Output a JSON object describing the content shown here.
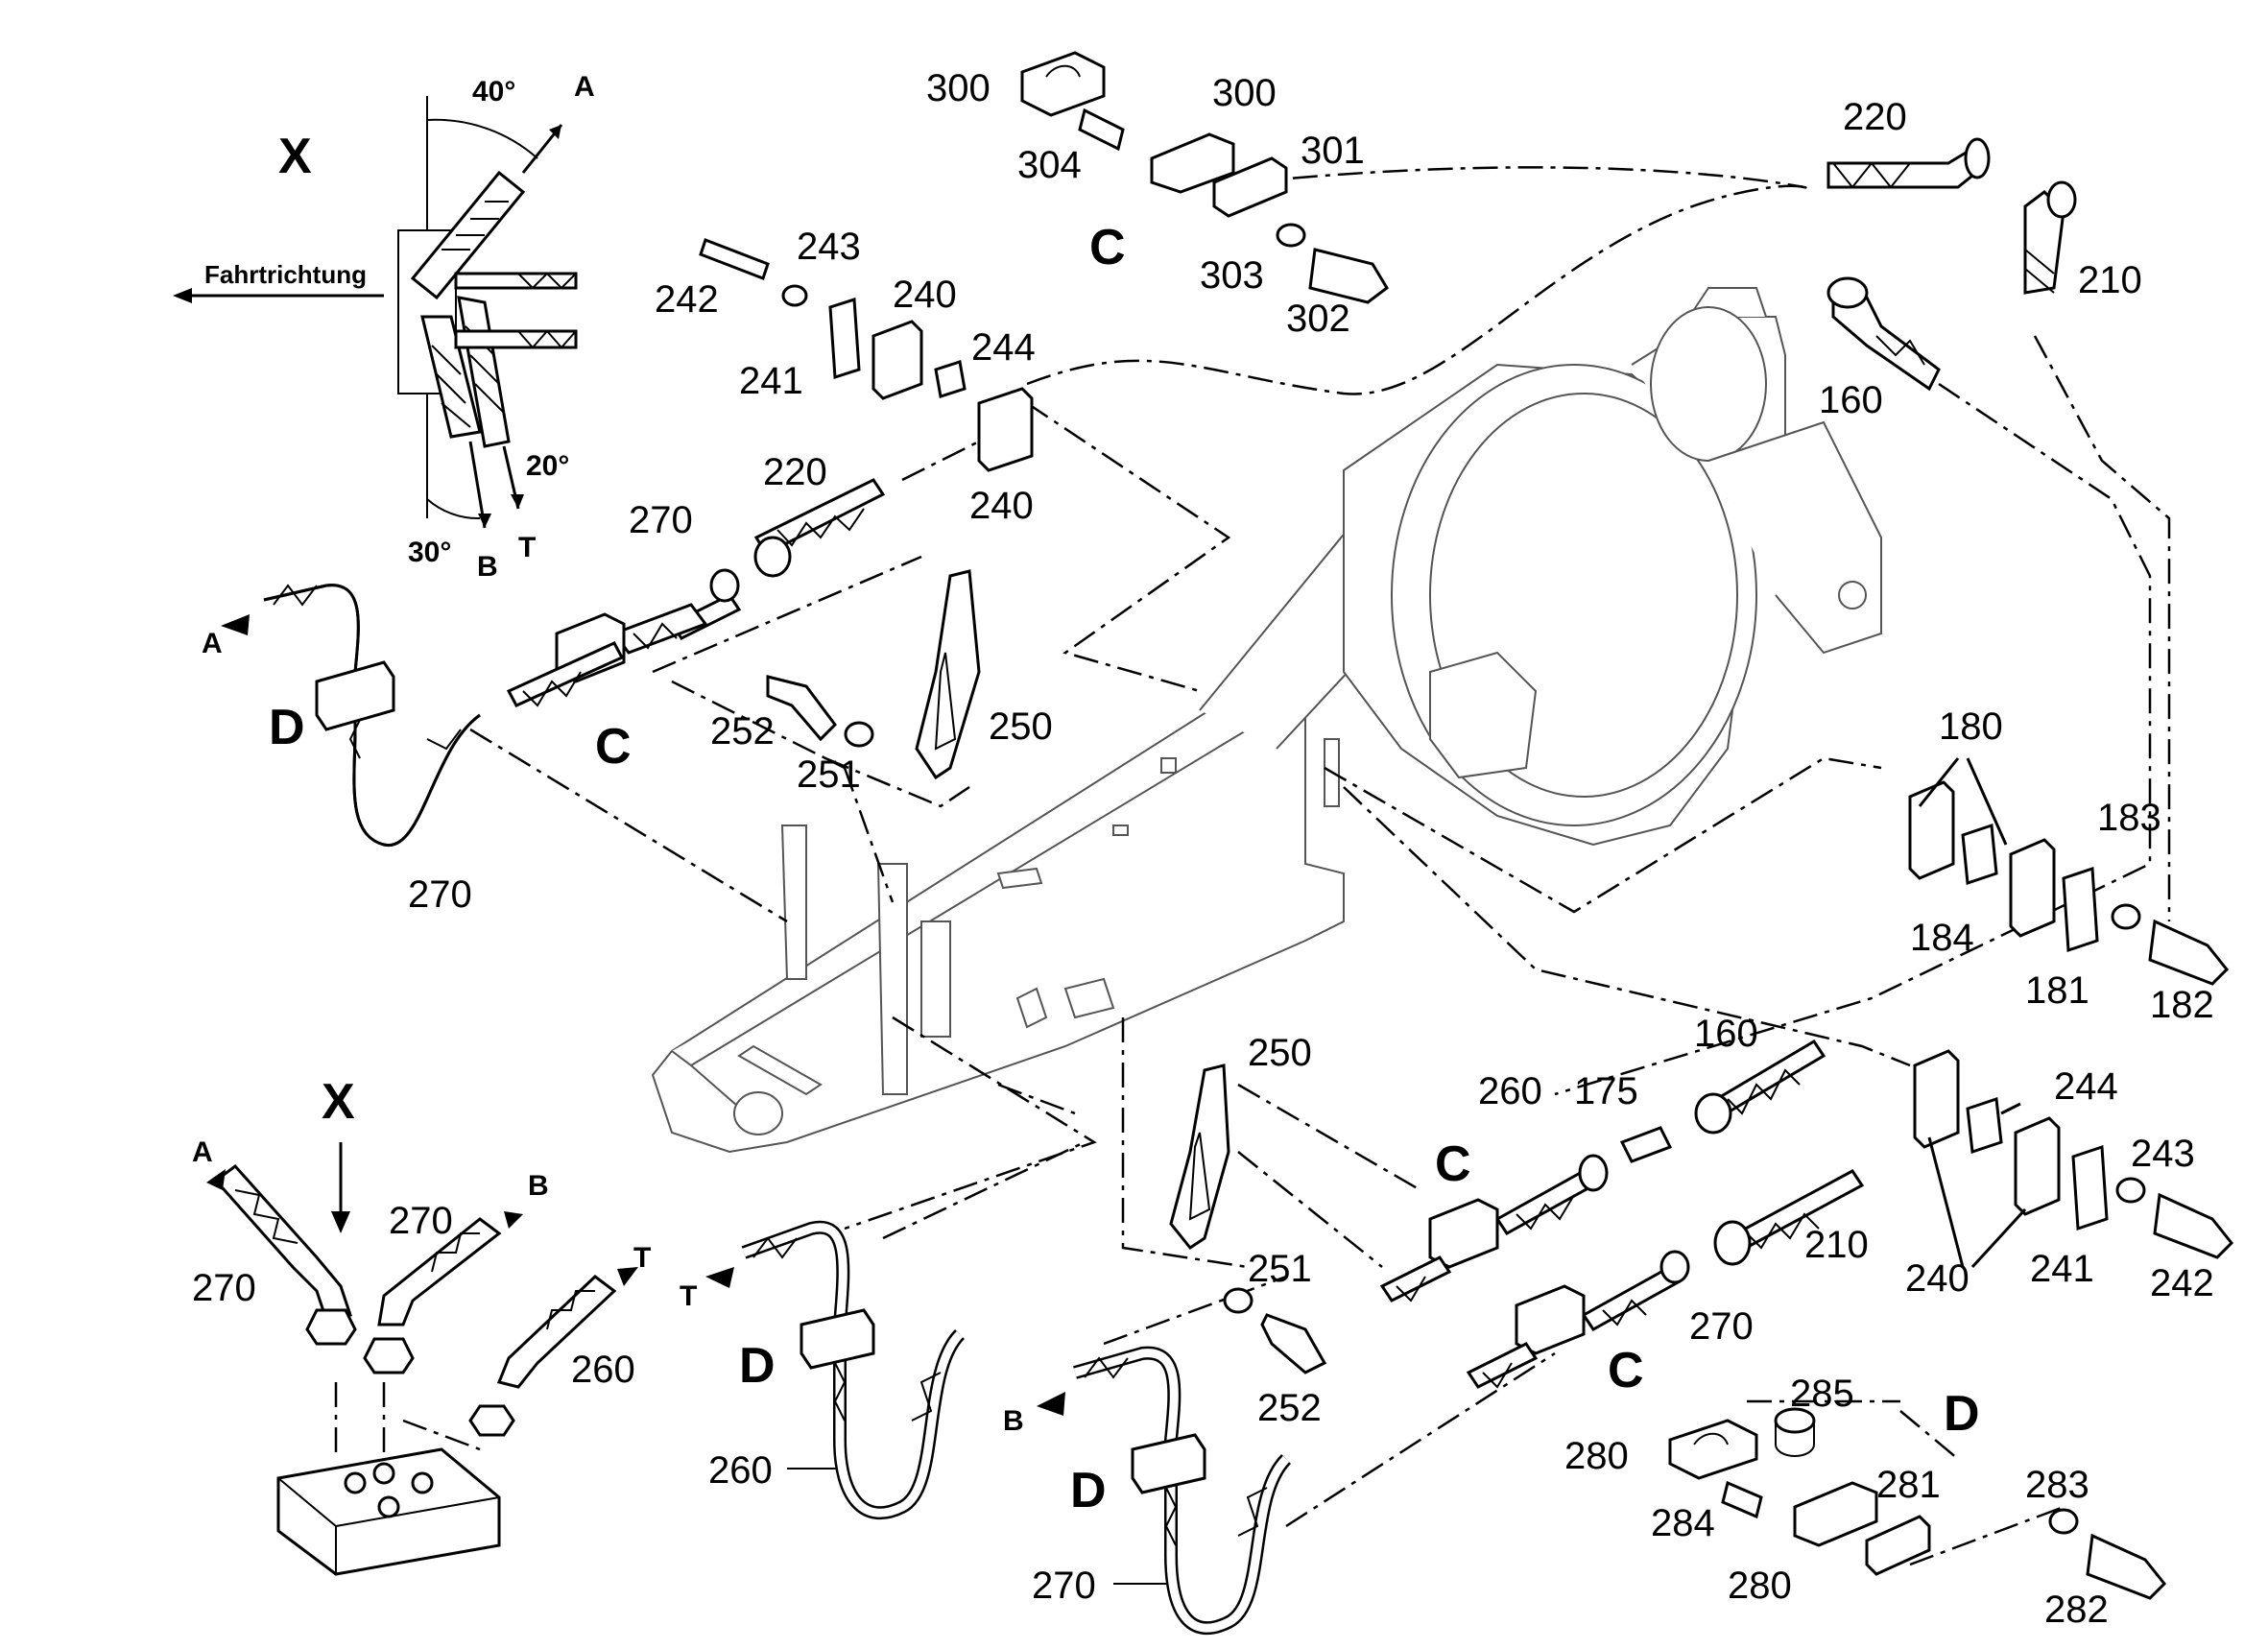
{
  "diagram": {
    "view_labels": {
      "x_top": "X",
      "x_bottom": "X",
      "c_top": "C",
      "c_left": "C",
      "c_right_upper": "C",
      "c_right_lower": "C",
      "d_left": "D",
      "d_bottom_mid": "D",
      "d_bottom_center": "D",
      "d_right": "D"
    },
    "direction_label": "Fahrtrichtung",
    "angles": {
      "a40": "40°",
      "a20": "20°",
      "a30": "30°"
    },
    "ports": {
      "top_A": "A",
      "top_B": "B",
      "top_T": "T",
      "left_A": "A",
      "bottom_A": "A",
      "bottom_B": "B",
      "bottom_T": "T",
      "mid_T": "T",
      "mid_B": "B"
    },
    "part_numbers": {
      "p300a": "300",
      "p300b": "300",
      "p304": "304",
      "p301": "301",
      "p303": "303",
      "p302": "302",
      "p220a": "220",
      "p210a": "210",
      "p160a": "160",
      "p243a": "243",
      "p242a": "242",
      "p240a": "240",
      "p241a": "241",
      "p244a": "244",
      "p240b": "240",
      "p220b": "220",
      "p270a": "270",
      "p252a": "252",
      "p251a": "251",
      "p250a": "250",
      "p270b": "270",
      "p180": "180",
      "p183": "183",
      "p184": "184",
      "p181": "181",
      "p182": "182",
      "p250b": "250",
      "p160b": "160",
      "p260a": "260",
      "p175": "175",
      "p244b": "244",
      "p243b": "243",
      "p210b": "210",
      "p240c": "240",
      "p241b": "241",
      "p242b": "242",
      "p251b": "251",
      "p252b": "252",
      "p270c": "270",
      "p270d": "270",
      "p270e": "270",
      "p260b": "260",
      "p260c": "260",
      "p285": "285",
      "p280a": "280",
      "p284": "284",
      "p281": "281",
      "p283": "283",
      "p280b": "280",
      "p282": "282",
      "p270f": "270"
    }
  }
}
